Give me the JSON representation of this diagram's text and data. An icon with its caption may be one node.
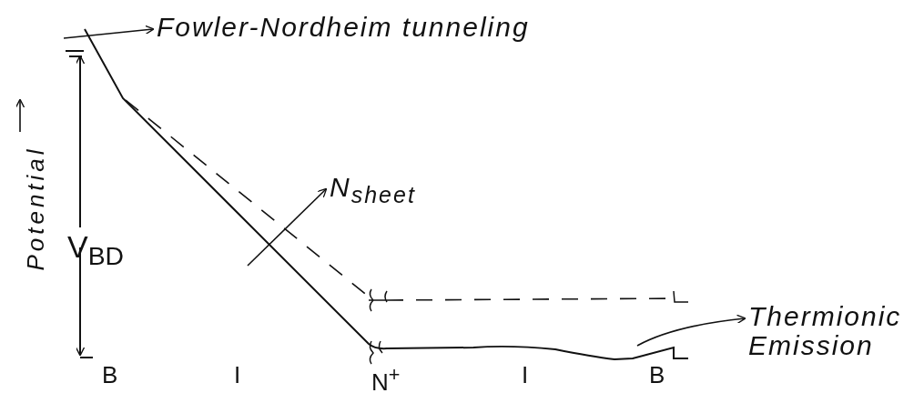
{
  "diagram": {
    "nodes": [
      {
        "text": [
          "Fowler-Nordheim tunneling"
        ]
      },
      {
        "text": [
          "N$_{sheet}$"
        ]
      },
      {
        "text": [
          "Thermionic Emission"
        ]
      }
    ],
    "edges": [
      {
        "from": null,
        "to": 0,
        "arrow": "to"
      },
      {
        "from": null,
        "to": 1,
        "arrow": "to"
      },
      {
        "from": null,
        "to": 2,
        "arrow": "to"
      }
    ],
    "labels": [
      "Potential",
      "V$_{BD}$",
      "B",
      "I",
      "N$^{+}$",
      "I",
      "B"
    ]
  }
}
